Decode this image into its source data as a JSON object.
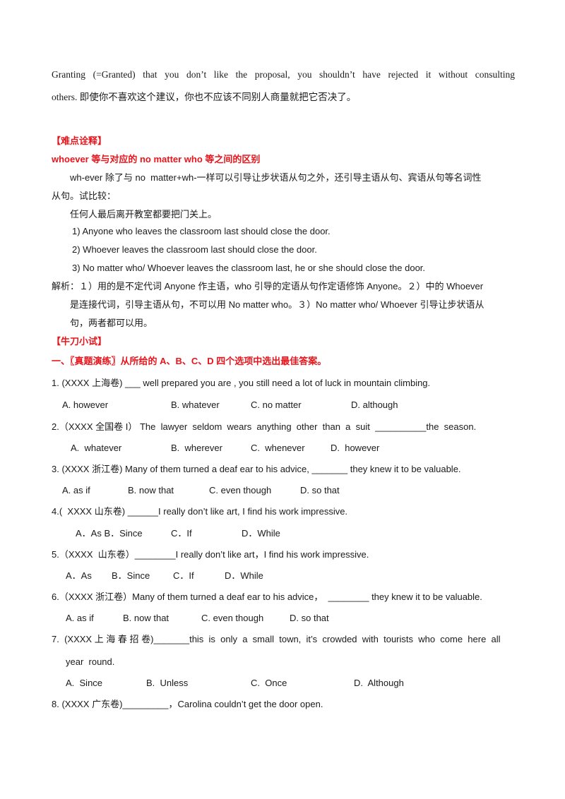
{
  "intro": {
    "line1": "Granting (=Granted) that you don’t like the proposal, you shouldn’t have rejected it without consulting",
    "line2": "others. 即使你不喜欢这个建议，你也不应该不同别人商量就把它否决了。"
  },
  "difficulty": {
    "header": "【难点诠释】",
    "subtitle": "whoever 等与对应的 no matter who 等之间的区别",
    "para_line1": "wh-ever 除了与 no  matter+wh-一样可以引导让步状语从句之外，还引导主语从句、宾语从句等名词性",
    "para_line2": "从句。试比较：",
    "example_cn": "任何人最后离开教室都要把门关上。",
    "examples": [
      "1) Anyone who leaves the classroom last should close the door.",
      "2) Whoever leaves the classroom last should close the door.",
      "3) No matter who/ Whoever leaves the classroom last, he or she should close the door."
    ],
    "analysis_line1": "解析：１）用的是不定代词 Anyone 作主语，who 引导的定语从句作定语修饰 Anyone。２）中的 Whoever",
    "analysis_line2": "是连接代词，引导主语从句，不可以用 No matter who。３）No matter who/ Whoever 引导让步状语从",
    "analysis_line3": "句，两者都可以用。"
  },
  "practice": {
    "header": "【牛刀小试】",
    "section_title": "一、〖真题演练〗从所给的 A、B、C、D 四个选项中选出最佳答案。",
    "questions": [
      {
        "stem": "1. (XXXX 上海卷) ___ well prepared you are , you still need a lot of luck in mountain climbing.",
        "options": [
          "A. however",
          "B. whatever",
          "C. no matter",
          "D. although"
        ]
      },
      {
        "stem": "2.（XXXX 全国卷 I） The  lawyer  seldom  wears  anything  other  than  a  suit  __________the  season.",
        "options": [
          "A.  whatever",
          "B.  wherever",
          "C.  whenever",
          "D.  however"
        ]
      },
      {
        "stem": "3. (XXXX 浙江卷) Many of them turned a deaf ear to his advice, _______ they knew it to be valuable.",
        "options": [
          "A. as if",
          "B. now that",
          "C. even though",
          "D. so that"
        ]
      },
      {
        "stem": "4.(  XXXX 山东卷) ______I really don’t like art, I find his work impressive.",
        "options": [
          "A．As B．Since",
          "C．If",
          "D．While"
        ]
      },
      {
        "stem": "5.（XXXX  山东卷）________I really don’t like art，I find his work impressive.",
        "options": [
          "A．As",
          "B．Since",
          "C．If",
          "D．While"
        ]
      },
      {
        "stem": "6.（XXXX 浙江卷）Many of them turned a deaf ear to his advice，  ________ they knew it to be valuable.",
        "options": [
          "A. as if",
          "B. now that",
          "C. even though",
          "D. so that"
        ]
      },
      {
        "stem_line1": "7.  (XXXX 上 海 春 招 卷)_______this  is  only  a  small  town,  it’s  crowded  with  tourists  who  come  here  all",
        "stem_line2": "year  round.",
        "options": [
          "A.  Since",
          "B.  Unless",
          "C.  Once",
          "D.  Although"
        ]
      },
      {
        "stem": "8. (XXXX 广东卷)_________，Carolina couldn’t get the door open."
      }
    ]
  }
}
